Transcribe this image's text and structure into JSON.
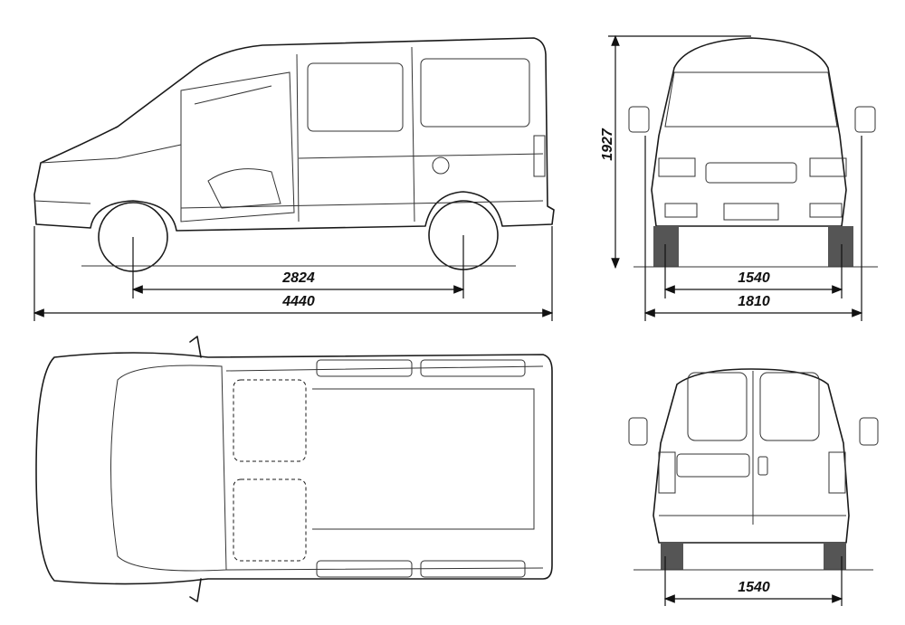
{
  "dimensions": {
    "wheelbase": "2824",
    "overall_length": "4440",
    "overall_height": "1927",
    "front_track": "1540",
    "overall_width": "1810",
    "rear_track": "1540"
  }
}
